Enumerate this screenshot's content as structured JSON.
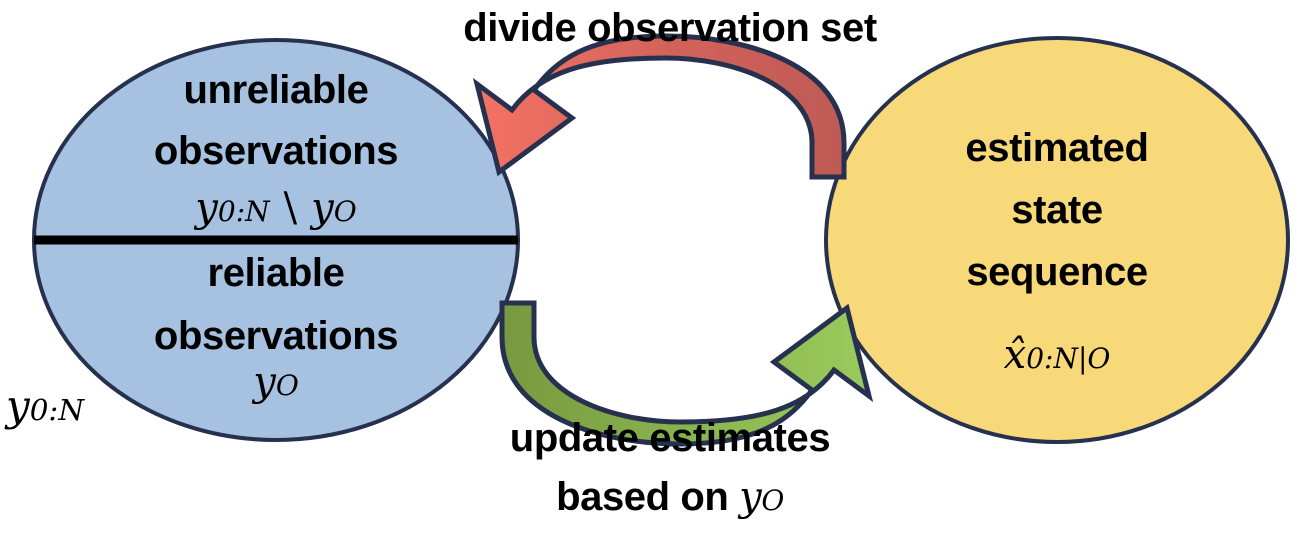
{
  "diagram": {
    "title_text": "divide observation set",
    "colors": {
      "blue_fill": "#A6C2E0",
      "yellow_fill": "#F7D979",
      "outline": "#26304F",
      "red_arrow_head": "#F47263",
      "red_arrow_tail": "#BE5A55",
      "green_arrow_head": "#9ACA5C",
      "green_arrow_tail": "#78993F",
      "text": "#000000"
    },
    "left_node": {
      "name": "observation-set-ellipse",
      "upper_half": {
        "line1": "unreliable",
        "line2": "observations",
        "math_y": "y",
        "math_sub1": "0:N",
        "math_setminus": "\\",
        "math_y2": "y",
        "math_sub2": "O"
      },
      "lower_half": {
        "line1": "reliable",
        "line2": "observations",
        "math_y": "y",
        "math_sub": "O"
      },
      "outer_label": {
        "math_y": "y",
        "math_sub": "0:N"
      }
    },
    "right_node": {
      "name": "estimated-state-ellipse",
      "line1": "estimated",
      "line2": "state",
      "line3": "sequence",
      "math_x": "x̂",
      "math_sub": "0:N|O"
    },
    "top_arrow": {
      "label": "divide observation set",
      "direction": "right-to-left",
      "from": "estimated-state-ellipse",
      "to": "observation-set-ellipse"
    },
    "bottom_arrow": {
      "label_line1": "update estimates",
      "label_line2_prefix": "based on ",
      "label_line2_math_y": "y",
      "label_line2_math_sub": "O",
      "direction": "left-to-right",
      "from": "observation-set-ellipse",
      "to": "estimated-state-ellipse"
    }
  }
}
